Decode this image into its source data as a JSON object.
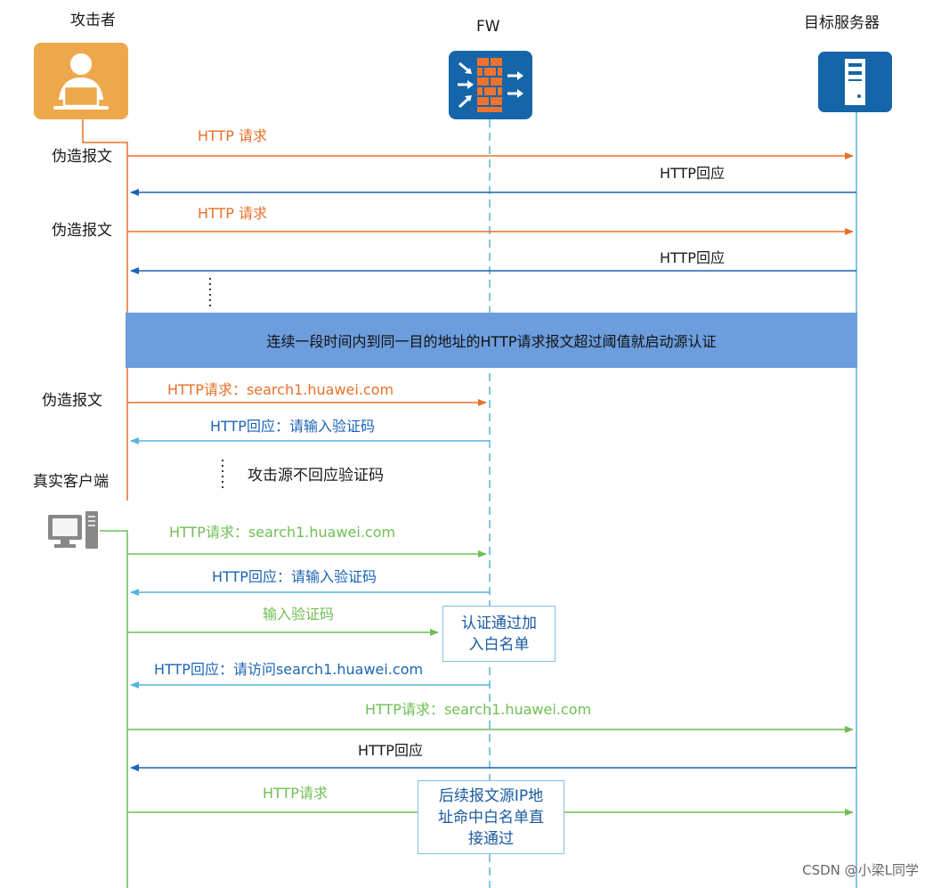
{
  "actors": {
    "attacker": "攻击者",
    "firewall": "FW",
    "server": "目标服务器",
    "client": "真实客户端"
  },
  "side_labels": [
    "伪造报文",
    "伪造报文",
    "伪造报文"
  ],
  "messages": {
    "m1": "HTTP 请求",
    "m2": "HTTP回应",
    "m3": "HTTP 请求",
    "m4": "HTTP回应",
    "m5": "HTTP请求：search1.huawei.com",
    "m6": "HTTP回应：请输入验证码",
    "m7": "攻击源不回应验证码",
    "m8": "HTTP请求：search1.huawei.com",
    "m9": "HTTP回应：请输入验证码",
    "m10": "输入验证码",
    "m11": "HTTP回应：请访问search1.huawei.com",
    "m12": "HTTP请求：search1.huawei.com",
    "m13": "HTTP回应",
    "m14": "HTTP请求"
  },
  "banner": "连续一段时间内到同一目的地址的HTTP请求报文超过阈值就启动源认证",
  "notes": {
    "auth_line1": "认证通过加",
    "auth_line2": "入白名单",
    "pass_line1": "后续报文源IP地",
    "pass_line2": "址命中白名单直",
    "pass_line3": "接通过"
  },
  "watermark": "CSDN @小梁L同学",
  "colors": {
    "orange": "#e8702a",
    "blue": "#1c64b4",
    "light_blue": "#56b4e0",
    "green": "#6fbf53",
    "banner": "#6c9ddd",
    "attacker_icon": "#eea84c",
    "fw_icon": "#1565a8"
  },
  "icons": {
    "attacker": "user-at-laptop-icon",
    "firewall": "firewall-brick-icon",
    "server": "server-tower-icon",
    "client": "desktop-computer-icon"
  }
}
